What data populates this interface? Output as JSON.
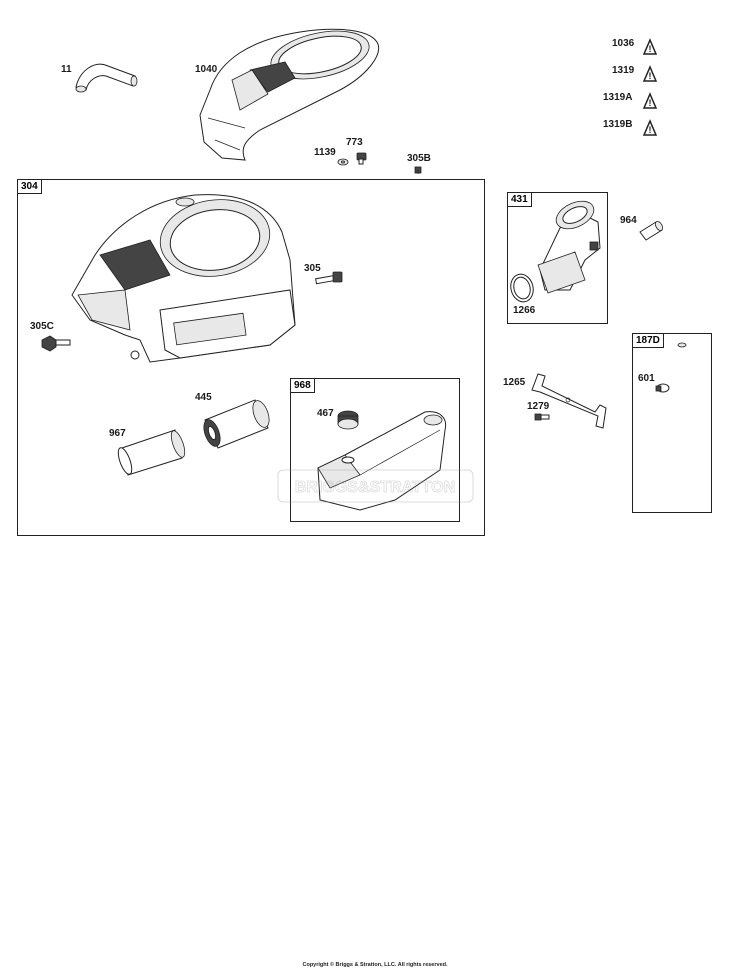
{
  "callouts": {
    "p11": "11",
    "p1040": "1040",
    "p773": "773",
    "p1139": "1139",
    "p305B": "305B",
    "p305": "305",
    "p305C": "305C",
    "p445": "445",
    "p967": "967",
    "p467": "467",
    "p1266": "1266",
    "p964": "964",
    "p1265": "1265",
    "p1279": "1279",
    "p601": "601"
  },
  "groups": {
    "g304": "304",
    "g968": "968",
    "g431": "431",
    "g187D": "187D"
  },
  "warnings": [
    {
      "label": "1036",
      "icon": "warning-triangle-icon"
    },
    {
      "label": "1319",
      "icon": "warning-triangle-icon"
    },
    {
      "label": "1319A",
      "icon": "warning-triangle-icon"
    },
    {
      "label": "1319B",
      "icon": "warning-triangle-icon"
    }
  ],
  "watermark": "BRIGGS&STRATTON",
  "copyright": "Copyright © Briggs & Stratton, LLC. All rights reserved."
}
